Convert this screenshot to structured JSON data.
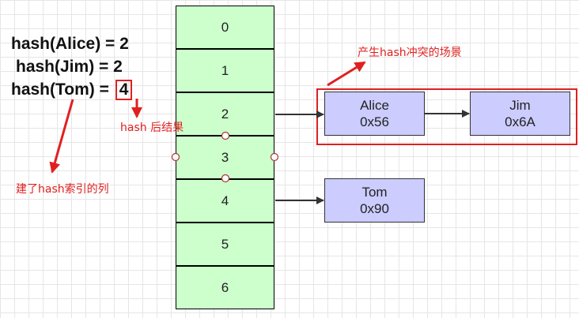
{
  "equations": [
    {
      "lhs": "hash(Alice) = 2"
    },
    {
      "lhs": "hash(Jim) = 2"
    },
    {
      "lhs": "hash(Tom) = ",
      "boxed": "4"
    }
  ],
  "buckets": [
    "0",
    "1",
    "2",
    "3",
    "4",
    "5",
    "6"
  ],
  "chain_bucket_2": [
    {
      "name": "Alice",
      "addr": "0x56"
    },
    {
      "name": "Jim",
      "addr": "0x6A"
    }
  ],
  "chain_bucket_4": [
    {
      "name": "Tom",
      "addr": "0x90"
    }
  ],
  "annotations": {
    "collision": "产生hash冲突的场景",
    "hash_result": "hash 后结果",
    "indexed_column": "建了hash索引的列"
  },
  "colors": {
    "bucket_fill": "#ccffcc",
    "node_fill": "#ccccff",
    "annotation": "#e02020"
  }
}
